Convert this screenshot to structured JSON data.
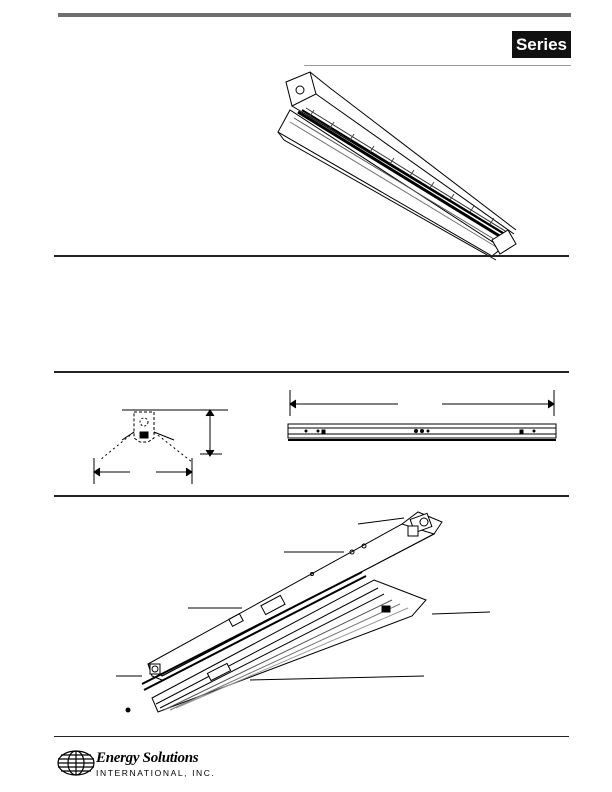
{
  "header": {
    "series_label": "Series"
  },
  "logo": {
    "company_name": "Energy Solutions",
    "company_sub": "INTERNATIONAL, INC.",
    "globe_icon": "globe-icon"
  }
}
